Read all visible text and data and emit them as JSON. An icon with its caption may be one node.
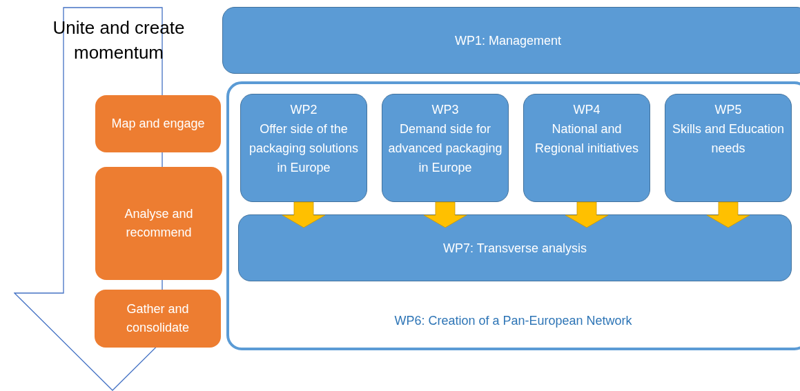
{
  "diagram": {
    "nodes": [
      {
        "text": [
          "Unite and create momentum"
        ]
      },
      {
        "text": [
          "Map and engage"
        ]
      },
      {
        "text": [
          "Analyse and recommend"
        ]
      },
      {
        "text": [
          "Gather and consolidate"
        ]
      },
      {
        "text": [
          "WP1: Management"
        ]
      },
      {
        "text": [
          "WP6: Creation of a Pan-European Network"
        ]
      },
      {
        "text": [
          "WP2",
          "Offer side of the packaging solutions in Europe"
        ],
        "in": 5
      },
      {
        "text": [
          "WP3",
          "Demand side for advanced packaging in Europe"
        ],
        "in": 5
      },
      {
        "text": [
          "WP4",
          "National and Regional initiatives"
        ],
        "in": 5
      },
      {
        "text": [
          "WP5",
          "Skills and Education needs"
        ],
        "in": 5
      },
      {
        "text": [
          "WP7: Transverse analysis"
        ],
        "in": 5
      }
    ],
    "edges": [
      {
        "from": 6,
        "to": 10,
        "arrow": "to",
        "style": "thick",
        "color": "#ffc000"
      },
      {
        "from": 7,
        "to": 10,
        "arrow": "to",
        "style": "thick",
        "color": "#ffc000"
      },
      {
        "from": 8,
        "to": 10,
        "arrow": "to",
        "style": "thick",
        "color": "#ffc000"
      },
      {
        "from": 9,
        "to": 10,
        "arrow": "to",
        "style": "thick",
        "color": "#ffc000"
      }
    ]
  }
}
